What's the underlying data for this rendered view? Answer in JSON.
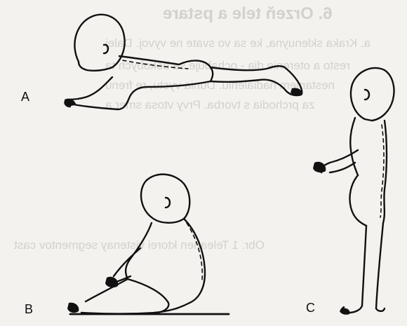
{
  "figure": {
    "labels": {
      "a": "A",
      "b": "B",
      "c": "C"
    }
  },
  "bleed_through": {
    "title": "6. Orzeň tele a pstare",
    "lines": [
      "a. Kraka sklenuyna, ke sa vo svate ne vyvoj. Dalej",
      "resto a oterenie dia - ochabuje sa bokobych ta",
      "nestaniem nadialeniu. Dunia vystu, re frenu",
      "za prchodia s tvorba. Prvy vtosa smer a",
      "Obr. 1 Teleanen ktorei vistenay segmentov cast"
    ]
  }
}
